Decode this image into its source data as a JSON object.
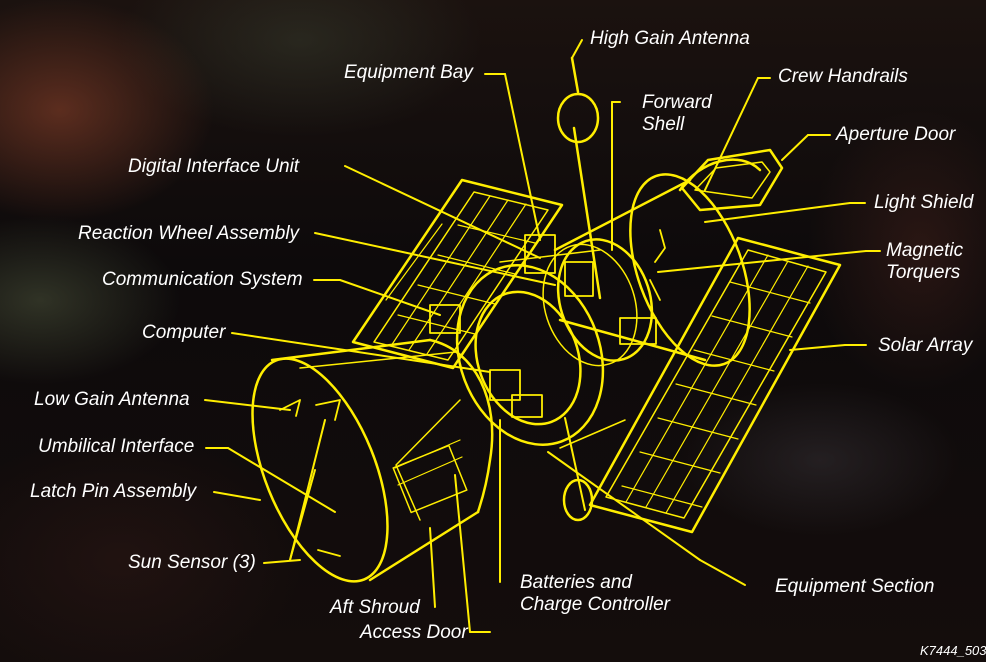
{
  "colors": {
    "line": "#ffee00",
    "text": "#ffffff",
    "background": "#100b0b"
  },
  "labels": {
    "high_gain_antenna": "High Gain Antenna",
    "equipment_bay": "Equipment Bay",
    "forward_shell": "Forward Shell",
    "crew_handrails": "Crew Handrails",
    "aperture_door": "Aperture Door",
    "digital_interface_unit": "Digital Interface Unit",
    "light_shield": "Light Shield",
    "reaction_wheel_assembly": "Reaction Wheel Assembly",
    "magnetic_torquers": "Magnetic Torquers",
    "communication_system": "Communication System",
    "computer": "Computer",
    "solar_array": "Solar Array",
    "low_gain_antenna": "Low Gain Antenna",
    "umbilical_interface": "Umbilical Interface",
    "latch_pin_assembly": "Latch Pin Assembly",
    "sun_sensor": "Sun Sensor (3)",
    "batteries_and_charge_controller": "Batteries and Charge Controller",
    "equipment_section": "Equipment Section",
    "aft_shroud": "Aft Shroud",
    "access_door": "Access Door"
  },
  "figure_id": "K7444_503"
}
